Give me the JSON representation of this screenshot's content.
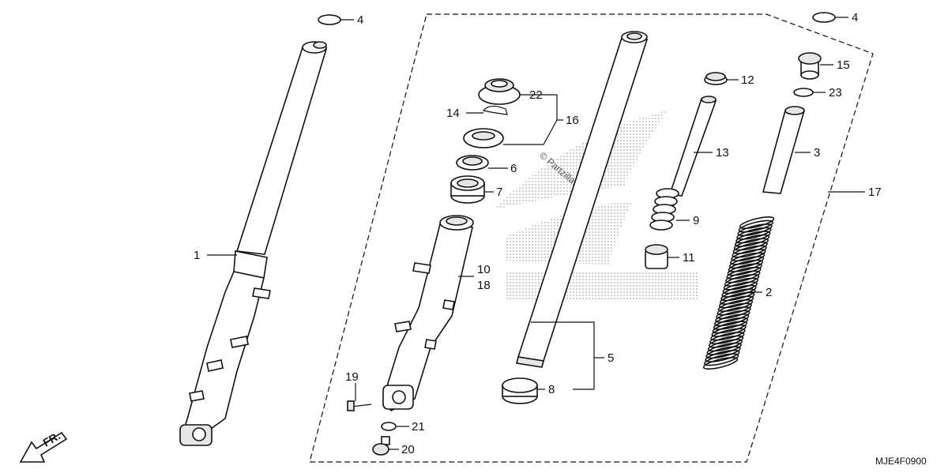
{
  "diagram_code": "MJE4F0900",
  "watermark": "© Partzilla.com",
  "front_label": "FR.",
  "callouts": [
    {
      "id": "c4a",
      "text": "4"
    },
    {
      "id": "c4b",
      "text": "4"
    },
    {
      "id": "c1",
      "text": "1"
    },
    {
      "id": "c22",
      "text": "22"
    },
    {
      "id": "c14",
      "text": "14"
    },
    {
      "id": "c16",
      "text": "16"
    },
    {
      "id": "c6",
      "text": "6"
    },
    {
      "id": "c7",
      "text": "7"
    },
    {
      "id": "c10",
      "text": "10"
    },
    {
      "id": "c18",
      "text": "18"
    },
    {
      "id": "c19",
      "text": "19"
    },
    {
      "id": "c21",
      "text": "21"
    },
    {
      "id": "c20",
      "text": "20"
    },
    {
      "id": "c5",
      "text": "5"
    },
    {
      "id": "c8",
      "text": "8"
    },
    {
      "id": "c12",
      "text": "12"
    },
    {
      "id": "c13",
      "text": "13"
    },
    {
      "id": "c9",
      "text": "9"
    },
    {
      "id": "c11",
      "text": "11"
    },
    {
      "id": "c15",
      "text": "15"
    },
    {
      "id": "c23",
      "text": "23"
    },
    {
      "id": "c3",
      "text": "3"
    },
    {
      "id": "c17",
      "text": "17"
    },
    {
      "id": "c2",
      "text": "2"
    }
  ]
}
